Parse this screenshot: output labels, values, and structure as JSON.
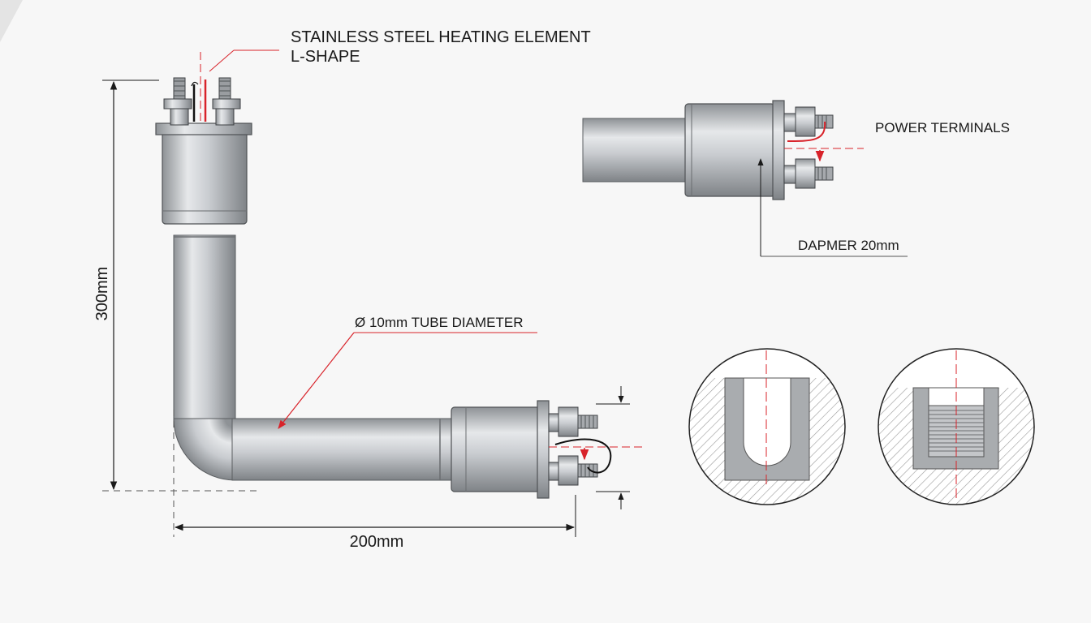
{
  "title": {
    "line1": "STAINLESS STEEL HEATING ELEMENT",
    "line2": "L-SHAPE"
  },
  "dimensions": {
    "height": "300mm",
    "width": "200mm",
    "tube_diameter": "Ø 10mm TUBE DIAMETER",
    "damper": "DAPMER 20mm"
  },
  "labels": {
    "power_terminals": "POWER TERMINALS"
  },
  "colors": {
    "accent_red": "#d8232a",
    "steel": "#b9bcc0",
    "line": "#1a1a1a"
  }
}
